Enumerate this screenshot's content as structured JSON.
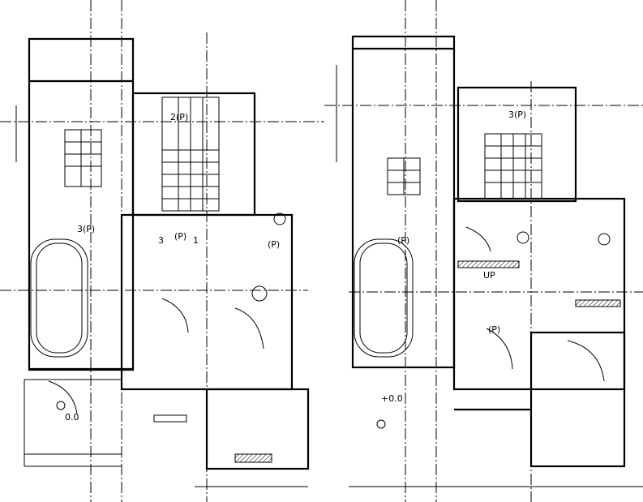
{
  "labels": {
    "l1": "3(P)",
    "l2": "3",
    "l3": "(P)",
    "l4": "1",
    "l5": "2(P)",
    "l6": "(P)",
    "l7": "0.0",
    "l8": "(P)",
    "l9": "(P)",
    "l10": "UP",
    "l11": "3(P)",
    "l12": "+0.0"
  }
}
